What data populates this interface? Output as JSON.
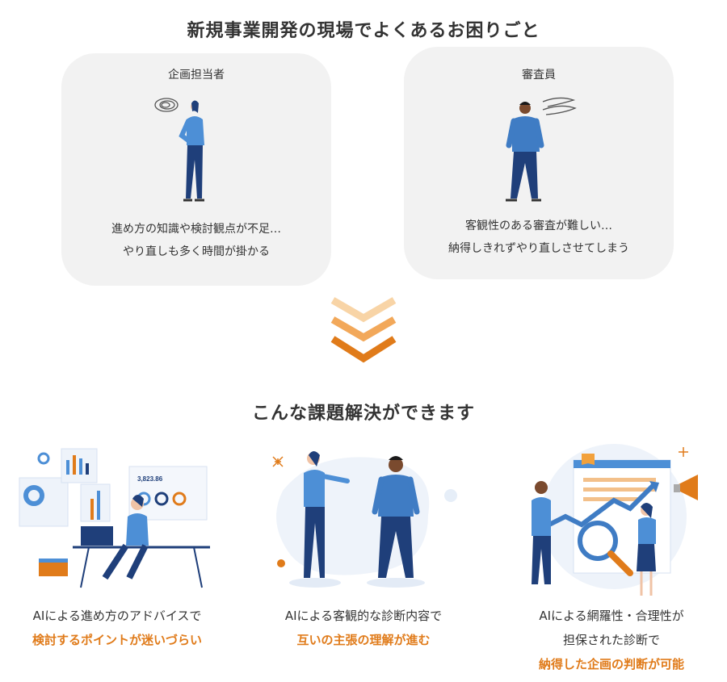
{
  "heading_problems": "新規事業開発の現場でよくあるお困りごと",
  "problems": [
    {
      "role": "企画担当者",
      "line1": "進め方の知識や検討観点が不足…",
      "line2": "やり直しも多く時間が掛かる"
    },
    {
      "role": "審査員",
      "line1": "客観性のある審査が難しい…",
      "line2": "納得しきれずやり直しさせてしまう"
    }
  ],
  "heading_solutions": "こんな課題解決ができます",
  "solutions": [
    {
      "line1": "AIによる進め方のアドバイスで",
      "accent": "検討するポイントが迷いづらい"
    },
    {
      "line1": "AIによる客観的な診断内容で",
      "accent": "互いの主張の理解が進む"
    },
    {
      "line1": "AIによる網羅性・合理性が",
      "line2": "担保された診断で",
      "accent": "納得した企画の判断が可能"
    }
  ],
  "dashboard_value": "3,823.86",
  "colors": {
    "accent": "#e07b1a",
    "card_bg": "#f2f2f2",
    "figure_blue": "#3f7cc4",
    "figure_navy": "#1f3f7a"
  }
}
